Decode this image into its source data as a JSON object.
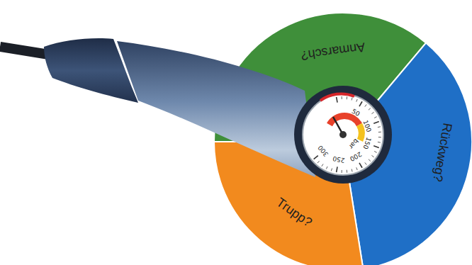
{
  "diagram": {
    "nodes": [
      {
        "text": [
          "Anmarsch?"
        ]
      },
      {
        "text": [
          "Rückweg?"
        ]
      },
      {
        "text": [
          "Trupp?"
        ]
      }
    ],
    "labels": [
      "50",
      "100",
      "150",
      "200",
      "250",
      "300",
      "bar"
    ]
  }
}
